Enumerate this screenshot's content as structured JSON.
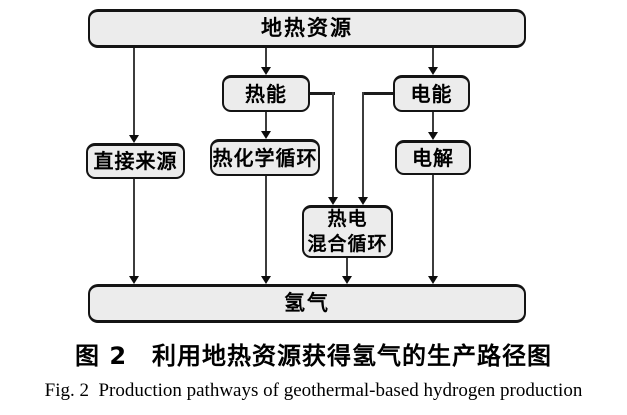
{
  "figure": {
    "type": "flowchart",
    "nodes": {
      "geothermal": {
        "label": "地热资源"
      },
      "thermal_energy": {
        "label": "热能"
      },
      "electric_energy": {
        "label": "电能"
      },
      "direct_source": {
        "label": "直接来源"
      },
      "thermochemical_cycle": {
        "label": "热化学循环"
      },
      "electrolysis": {
        "label": "电解"
      },
      "hybrid_cycle": {
        "label": "热电\n混合循环"
      },
      "hydrogen": {
        "label": "氢气"
      }
    },
    "edges": [
      {
        "from": "geothermal",
        "to": "direct_source"
      },
      {
        "from": "geothermal",
        "to": "thermal_energy"
      },
      {
        "from": "geothermal",
        "to": "electric_energy"
      },
      {
        "from": "thermal_energy",
        "to": "thermochemical_cycle"
      },
      {
        "from": "thermal_energy",
        "to": "hybrid_cycle"
      },
      {
        "from": "electric_energy",
        "to": "hybrid_cycle"
      },
      {
        "from": "electric_energy",
        "to": "electrolysis"
      },
      {
        "from": "direct_source",
        "to": "hydrogen"
      },
      {
        "from": "thermochemical_cycle",
        "to": "hydrogen"
      },
      {
        "from": "hybrid_cycle",
        "to": "hydrogen"
      },
      {
        "from": "electrolysis",
        "to": "hydrogen"
      }
    ],
    "caption_zh": "图 2　利用地热资源获得氢气的生产路径图",
    "caption_en": "Fig. 2  Production pathways of geothermal-based hydrogen production",
    "colors": {
      "box_fill": "#ececec",
      "box_border": "#141414",
      "line": "#3c3c3c",
      "background": "#ffffff"
    }
  }
}
